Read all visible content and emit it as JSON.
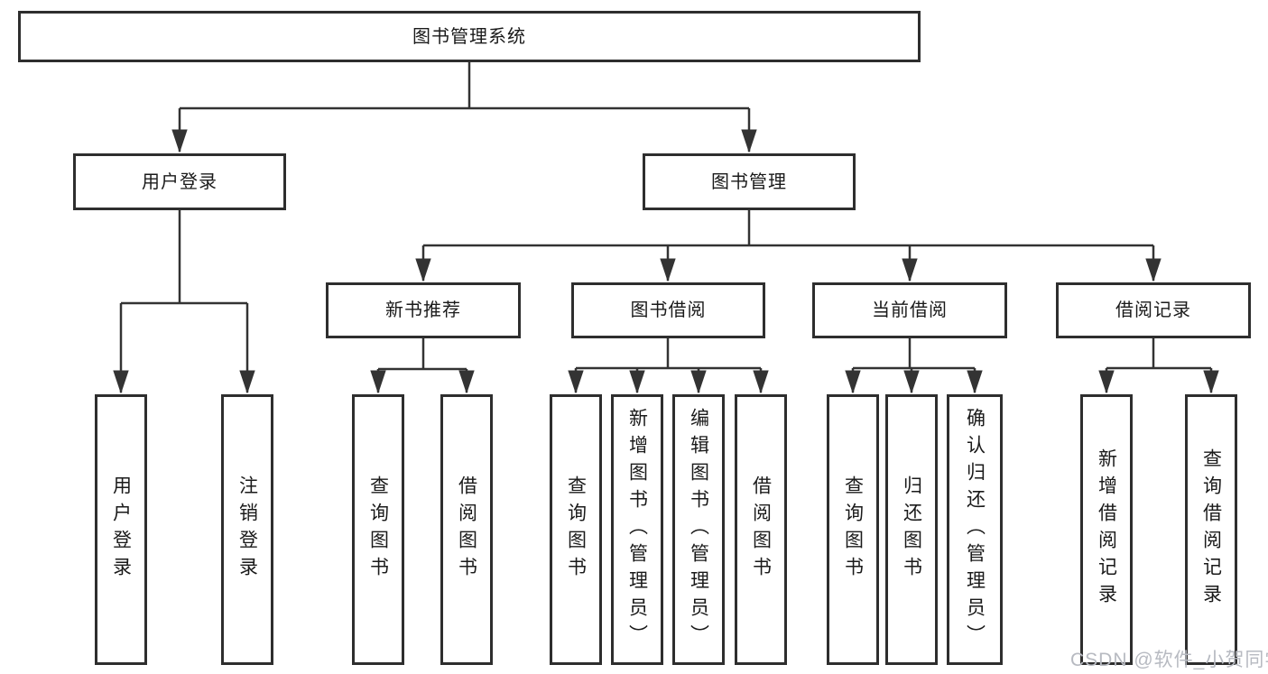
{
  "diagram_title": "图书管理系统",
  "nodes": {
    "root": {
      "label": "图书管理系统"
    },
    "level2": {
      "user_login": {
        "label": "用户登录"
      },
      "book_management": {
        "label": "图书管理"
      }
    },
    "level3": {
      "new_book_recommend": {
        "label": "新书推荐"
      },
      "book_borrowing": {
        "label": "图书借阅"
      },
      "current_borrowing": {
        "label": "当前借阅"
      },
      "borrowing_records": {
        "label": "借阅记录"
      }
    },
    "leaves": {
      "login_user_login": {
        "label": "用户登录"
      },
      "login_logout": {
        "label": "注销登录"
      },
      "recommend_query_books": {
        "label": "查询图书"
      },
      "recommend_borrow_books": {
        "label": "借阅图书"
      },
      "borrowing_query_books": {
        "label": "查询图书"
      },
      "borrowing_add_books_admin": {
        "label": "新增图书（管理员）"
      },
      "borrowing_edit_books_admin": {
        "label": "编辑图书（管理员）"
      },
      "borrowing_borrow_books": {
        "label": "借阅图书"
      },
      "current_query_books": {
        "label": "查询图书"
      },
      "current_return_books": {
        "label": "归还图书"
      },
      "current_confirm_return_admin": {
        "label": "确认归还（管理员）"
      },
      "records_add_record": {
        "label": "新增借阅记录"
      },
      "records_query_record": {
        "label": "查询借阅记录"
      }
    }
  },
  "watermark": "CSDN @软件_小贺同学",
  "colors": {
    "line": "#333333",
    "box_border": "#2e2e2e",
    "text": "#1a1a1a",
    "watermark": "#b7bac1",
    "background": "#ffffff"
  }
}
